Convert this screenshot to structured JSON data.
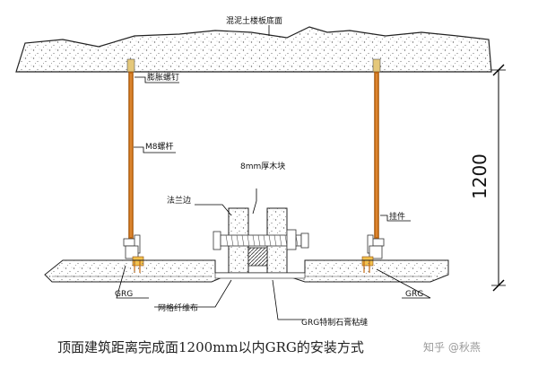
{
  "labels": {
    "concrete_floor": "混泥土楼板底面",
    "expansion_bolt": "膨胀螺钉",
    "m8_rod": "M8螺杆",
    "wood_block": "8mm厚木块",
    "flange": "法兰边",
    "hanger": "挂件",
    "grg_left": "GRG",
    "grg_right": "GRG",
    "mesh_tape": "网格纤维布",
    "grg_joint": "GRG特制石膏粘缝",
    "dimension": "1200"
  },
  "caption": "顶面建筑距离完成面1200mm以内GRG的安装方式",
  "watermark": "知乎 @秋燕",
  "colors": {
    "rod": "#c46a12",
    "rod_dark": "#8a4a0a",
    "stipple": "#666666",
    "leader": "#000000"
  }
}
